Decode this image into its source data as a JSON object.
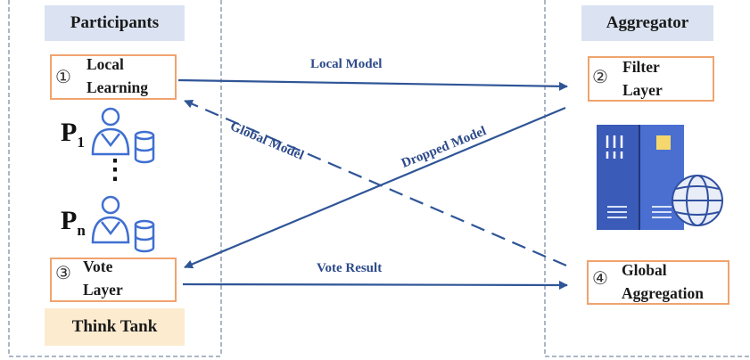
{
  "participants": {
    "header": "Participants",
    "step1": {
      "number": "①",
      "line1": "Local",
      "line2": "Learning"
    },
    "p1": {
      "letter": "P",
      "sub": "1"
    },
    "ellipsis": "⋮",
    "pn": {
      "letter": "P",
      "sub": "n"
    },
    "step3": {
      "number": "③",
      "line1": "Vote",
      "line2": "Layer"
    },
    "think_tank": "Think Tank"
  },
  "aggregator": {
    "header": "Aggregator",
    "step2": {
      "number": "②",
      "line1": "Filter",
      "line2": "Layer"
    },
    "step4": {
      "number": "④",
      "line1": "Global",
      "line2": "Aggregation"
    }
  },
  "arrows": {
    "local_model": "Local Model",
    "global_model": "Global Model",
    "dropped_model": "Dropped Model",
    "vote_result": "Vote Result"
  },
  "colors": {
    "step_border": "#f0a36e",
    "header_participants_bg": "#dbe3f2",
    "think_tank_bg": "#fcebcf",
    "arrow": "#2f5597",
    "icon": "#3f6fd1",
    "server": "#3a5bb8"
  }
}
